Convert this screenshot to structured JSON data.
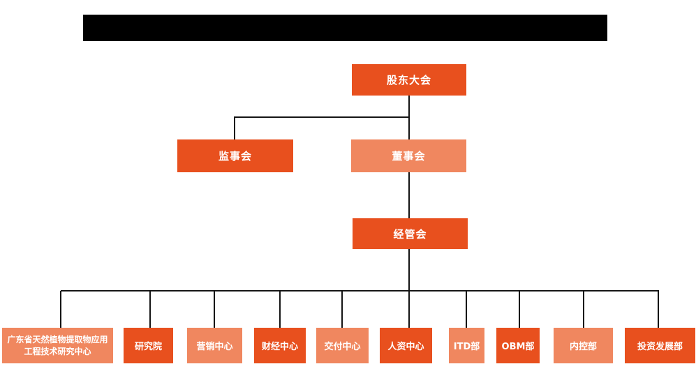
{
  "colors": {
    "primary": "#e8501e",
    "secondary": "#f0875f",
    "line": "#141414",
    "redacted": "#000000",
    "text": "#ffffff",
    "bg": "#ffffff"
  },
  "header": {
    "redacted_title": ""
  },
  "org_chart": {
    "type": "org-tree",
    "levels": {
      "shareholders": {
        "label": "股东大会",
        "variant": "primary"
      },
      "supervisors": {
        "label": "监事会",
        "variant": "primary"
      },
      "directors": {
        "label": "董事会",
        "variant": "secondary"
      },
      "management": {
        "label": "经管会",
        "variant": "primary"
      }
    },
    "hierarchy": "股东大会 > (监事会, 董事会) ; 董事会 > 经管会 > departments",
    "departments": [
      {
        "label": "广东省天然植物提取物应用工程技术研究中心",
        "variant": "secondary"
      },
      {
        "label": "研究院",
        "variant": "primary"
      },
      {
        "label": "营销中心",
        "variant": "secondary"
      },
      {
        "label": "财经中心",
        "variant": "primary"
      },
      {
        "label": "交付中心",
        "variant": "secondary"
      },
      {
        "label": "人资中心",
        "variant": "primary"
      },
      {
        "label": "ITD部",
        "variant": "secondary"
      },
      {
        "label": "OBM部",
        "variant": "primary"
      },
      {
        "label": "内控部",
        "variant": "secondary"
      },
      {
        "label": "投资发展部",
        "variant": "primary"
      }
    ]
  }
}
